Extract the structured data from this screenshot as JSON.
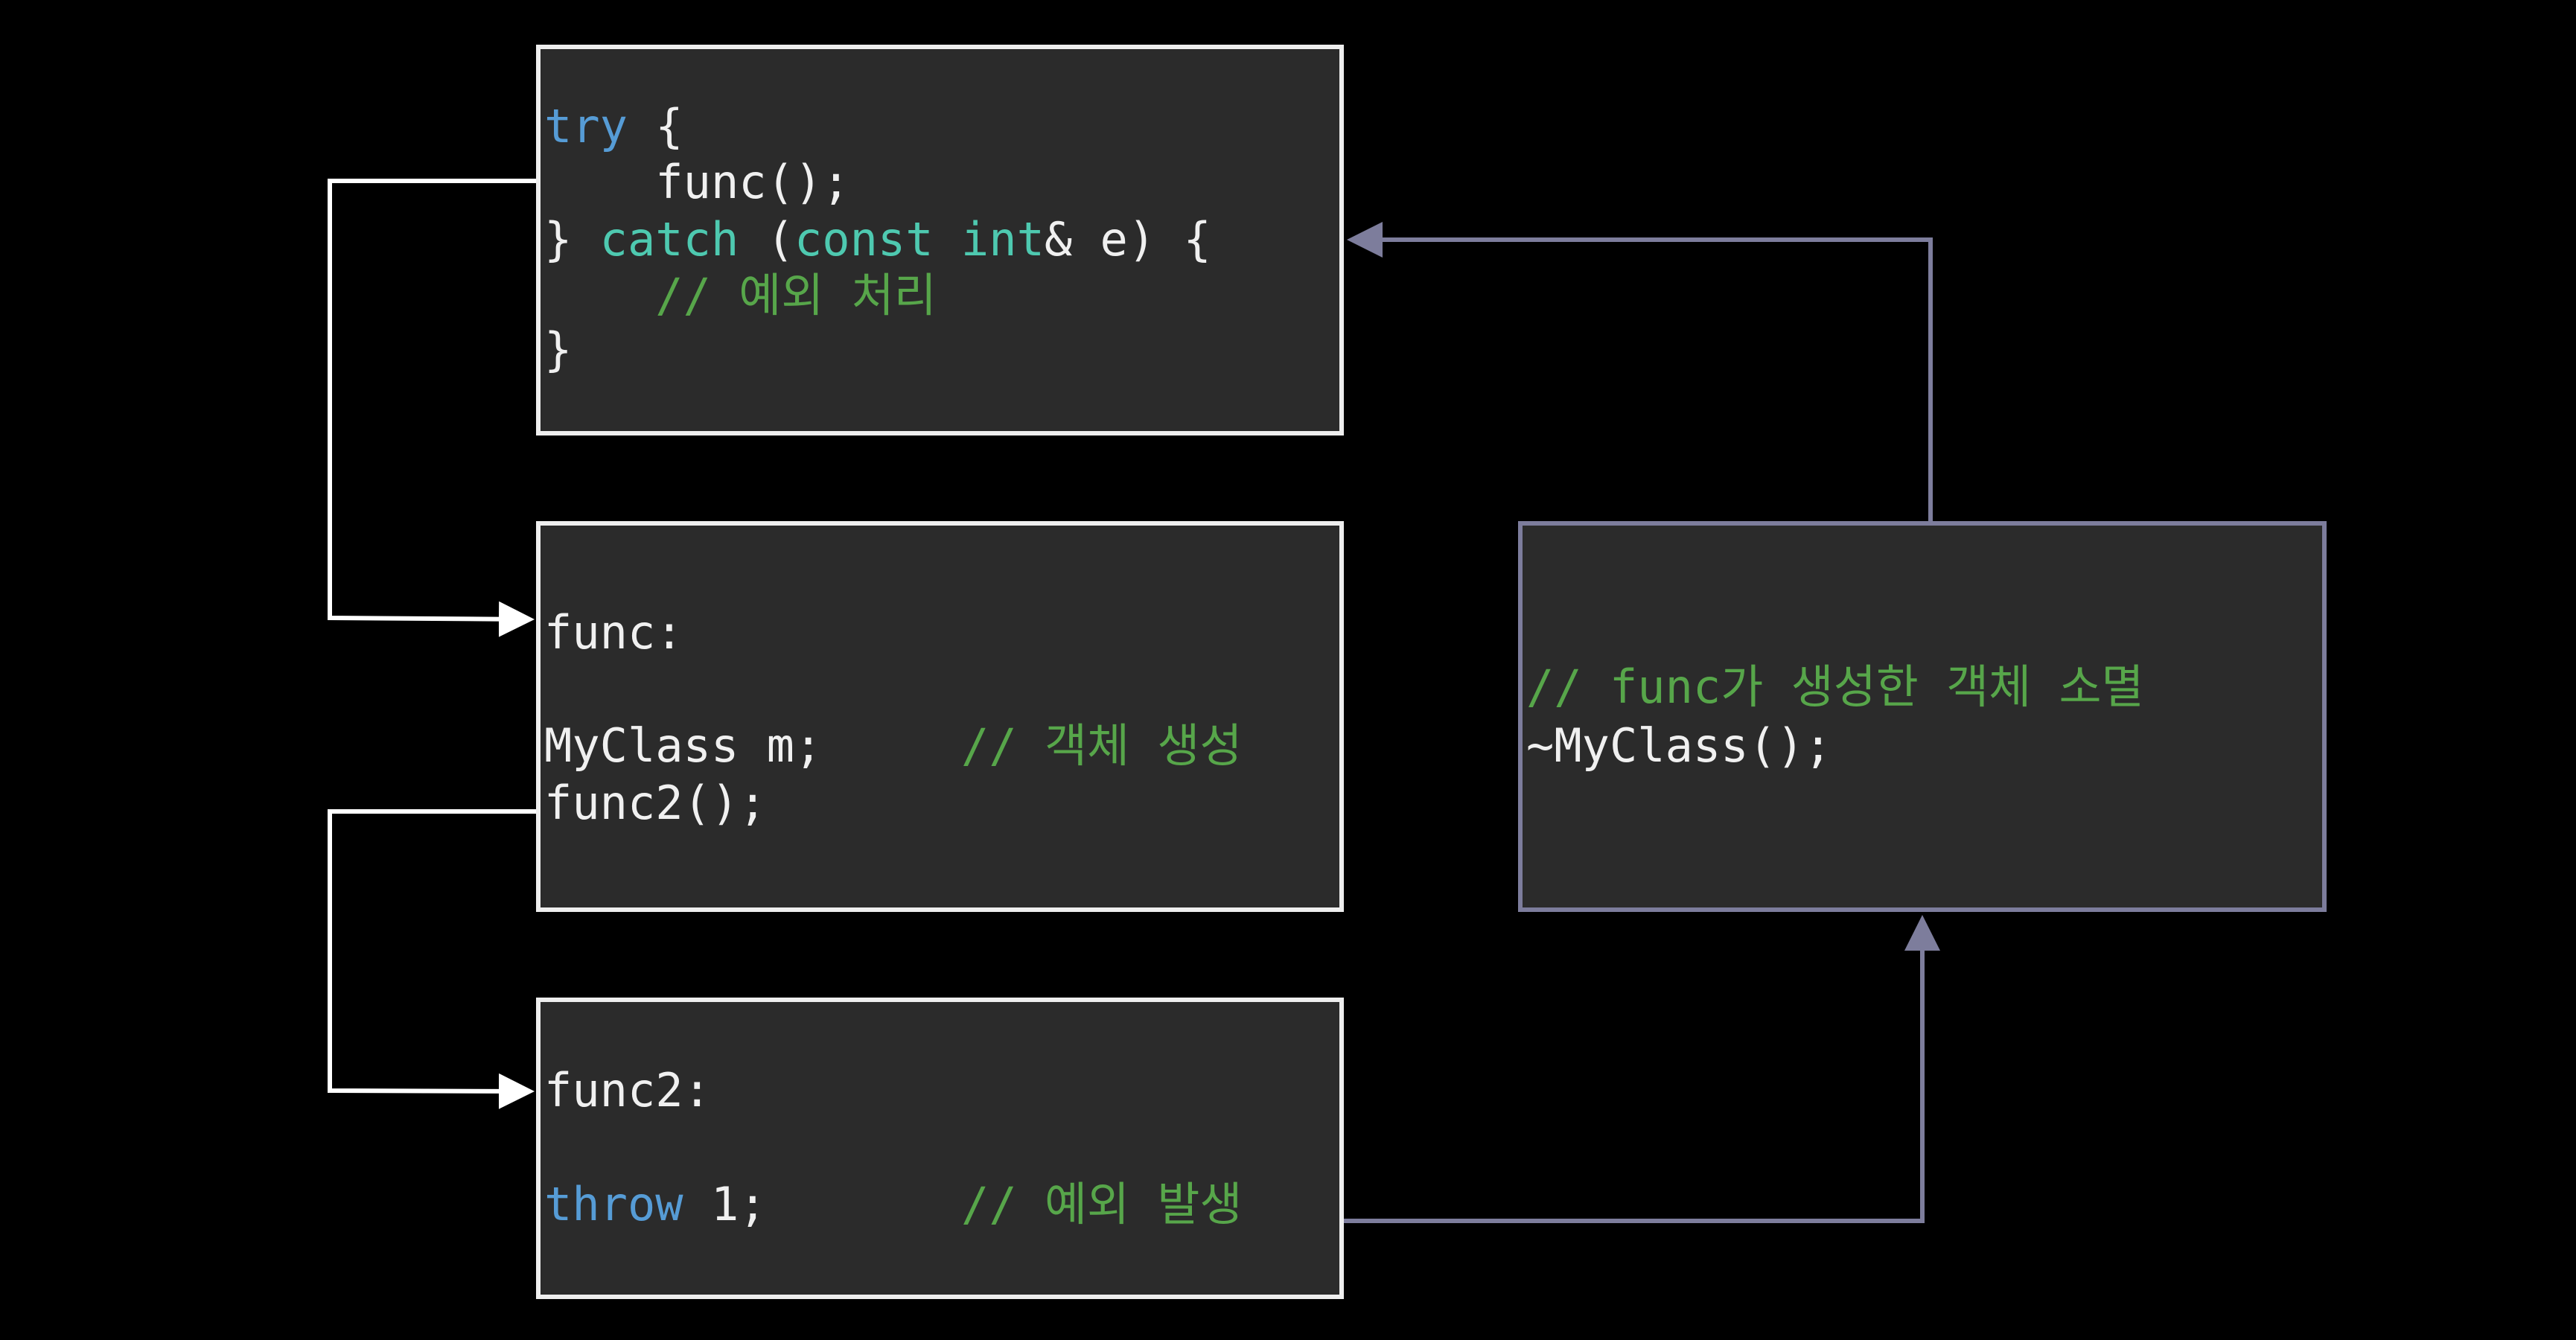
{
  "box_try": {
    "kw_try": "try",
    "brace_open": " {",
    "call_func": "    func();",
    "close_brace": "} ",
    "kw_catch": "catch",
    "paren": " (",
    "kw_const": "const",
    "space": " ",
    "kw_int": "int",
    "param": "& e) {",
    "comment": "    // 예외 처리",
    "end_brace": "}"
  },
  "box_func": {
    "label": "func:",
    "decl": "MyClass m;",
    "decl_comment": "// 객체 생성",
    "call": "func2();"
  },
  "box_func2": {
    "label": "func2:",
    "kw_throw": "throw",
    "value": " 1;",
    "comment": "// 예외 발생"
  },
  "box_destructor": {
    "comment": "// func가 생성한 객체 소멸",
    "call": "~MyClass();"
  },
  "colors": {
    "keyword": "#569cd6",
    "type": "#4ec9b0",
    "comment": "#57a64a",
    "flow_arrow": "#ffffff",
    "unwind_arrow": "#7d7d9c"
  }
}
